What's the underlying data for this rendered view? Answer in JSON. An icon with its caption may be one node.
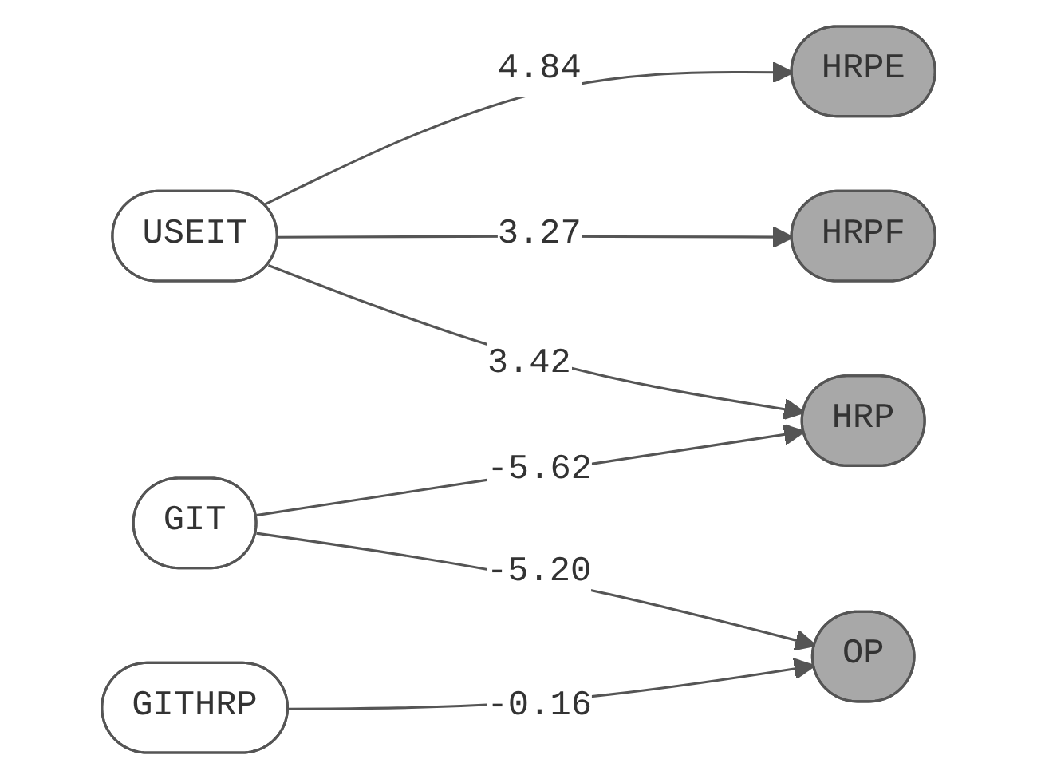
{
  "diagram": {
    "nodes": [
      {
        "text": [
          "USEIT"
        ]
      },
      {
        "text": [
          "GIT"
        ]
      },
      {
        "text": [
          "GITHRP"
        ]
      },
      {
        "text": [
          "HRPE"
        ]
      },
      {
        "text": [
          "HRPF"
        ]
      },
      {
        "text": [
          "HRP"
        ]
      },
      {
        "text": [
          "OP"
        ]
      }
    ],
    "edges": [
      {
        "from": 0,
        "to": 3,
        "arrow": "to",
        "label": "4.84"
      },
      {
        "from": 0,
        "to": 4,
        "arrow": "to",
        "label": "3.27"
      },
      {
        "from": 0,
        "to": 5,
        "arrow": "to",
        "label": "3.42"
      },
      {
        "from": 1,
        "to": 5,
        "arrow": "to",
        "label": "-5.62"
      },
      {
        "from": 1,
        "to": 6,
        "arrow": "to",
        "label": "-5.20"
      },
      {
        "from": 2,
        "to": 6,
        "arrow": "to",
        "label": "-0.16"
      }
    ]
  }
}
